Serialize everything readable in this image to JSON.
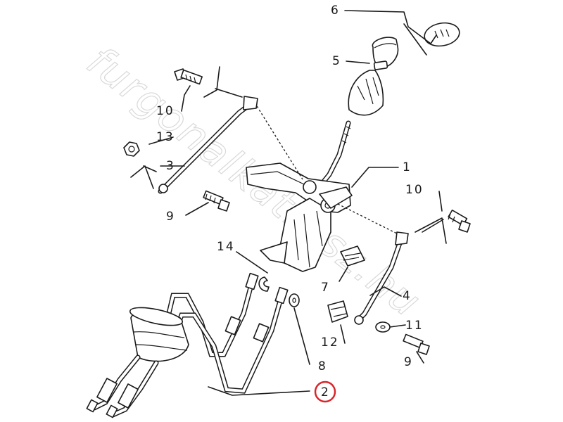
{
  "watermark": "furgonalkatresz.hu",
  "callouts": [
    {
      "id": "c1",
      "text": "1"
    },
    {
      "id": "c2",
      "text": "2"
    },
    {
      "id": "c3",
      "text": "3"
    },
    {
      "id": "c4",
      "text": "4"
    },
    {
      "id": "c5",
      "text": "5"
    },
    {
      "id": "c6",
      "text": "6"
    },
    {
      "id": "c7",
      "text": "7"
    },
    {
      "id": "c8",
      "text": "8"
    },
    {
      "id": "c9a",
      "text": "9"
    },
    {
      "id": "c9b",
      "text": "9"
    },
    {
      "id": "c10a",
      "text": "10"
    },
    {
      "id": "c10b",
      "text": "10"
    },
    {
      "id": "c11",
      "text": "11"
    },
    {
      "id": "c12",
      "text": "12"
    },
    {
      "id": "c13",
      "text": "13"
    },
    {
      "id": "c14",
      "text": "14"
    }
  ],
  "highlight": {
    "text": "2",
    "color": "#d9262c"
  },
  "colors": {
    "ink": "#1a1a1a",
    "highlight_ring": "#d9262c",
    "watermark": "#d9d9d9"
  }
}
